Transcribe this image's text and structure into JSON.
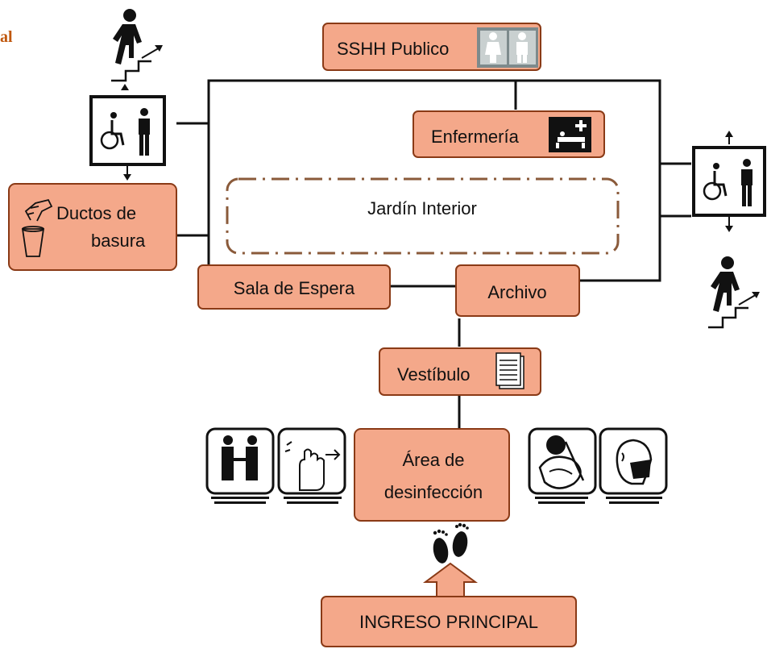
{
  "edge_fragment": "al",
  "rooms": {
    "sshh_publico": "SSHH Publico",
    "enfermeria": "Enfermería",
    "jardin_interior": "Jardín Interior",
    "ductos_line1": "Ductos de",
    "ductos_line2": "basura",
    "sala_espera": "Sala de Espera",
    "archivo": "Archivo",
    "vestibulo": "Vestíbulo",
    "desinfeccion_line1": "Área de",
    "desinfeccion_line2": "desinfección",
    "ingreso": "INGRESO PRINCIPAL"
  },
  "icons": {
    "stairs": "stairs-up-icon",
    "elevator": "elevator-icon",
    "restroom": "restroom-icon",
    "nurse": "nurse-station-icon",
    "trash": "trash-chute-icon",
    "document": "document-icon",
    "footprints": "footprints-icon",
    "arrow": "entry-arrow-icon",
    "signs": [
      "distancing-sign-icon",
      "no-touch-sign-icon",
      "hand-wash-sign-icon",
      "mask-sign-icon"
    ]
  },
  "colors": {
    "box_fill": "#f4a88a",
    "box_stroke": "#8a3a16",
    "line": "#111111",
    "garden_outline": "#8a5a3a",
    "edge_text": "#c0580e"
  }
}
